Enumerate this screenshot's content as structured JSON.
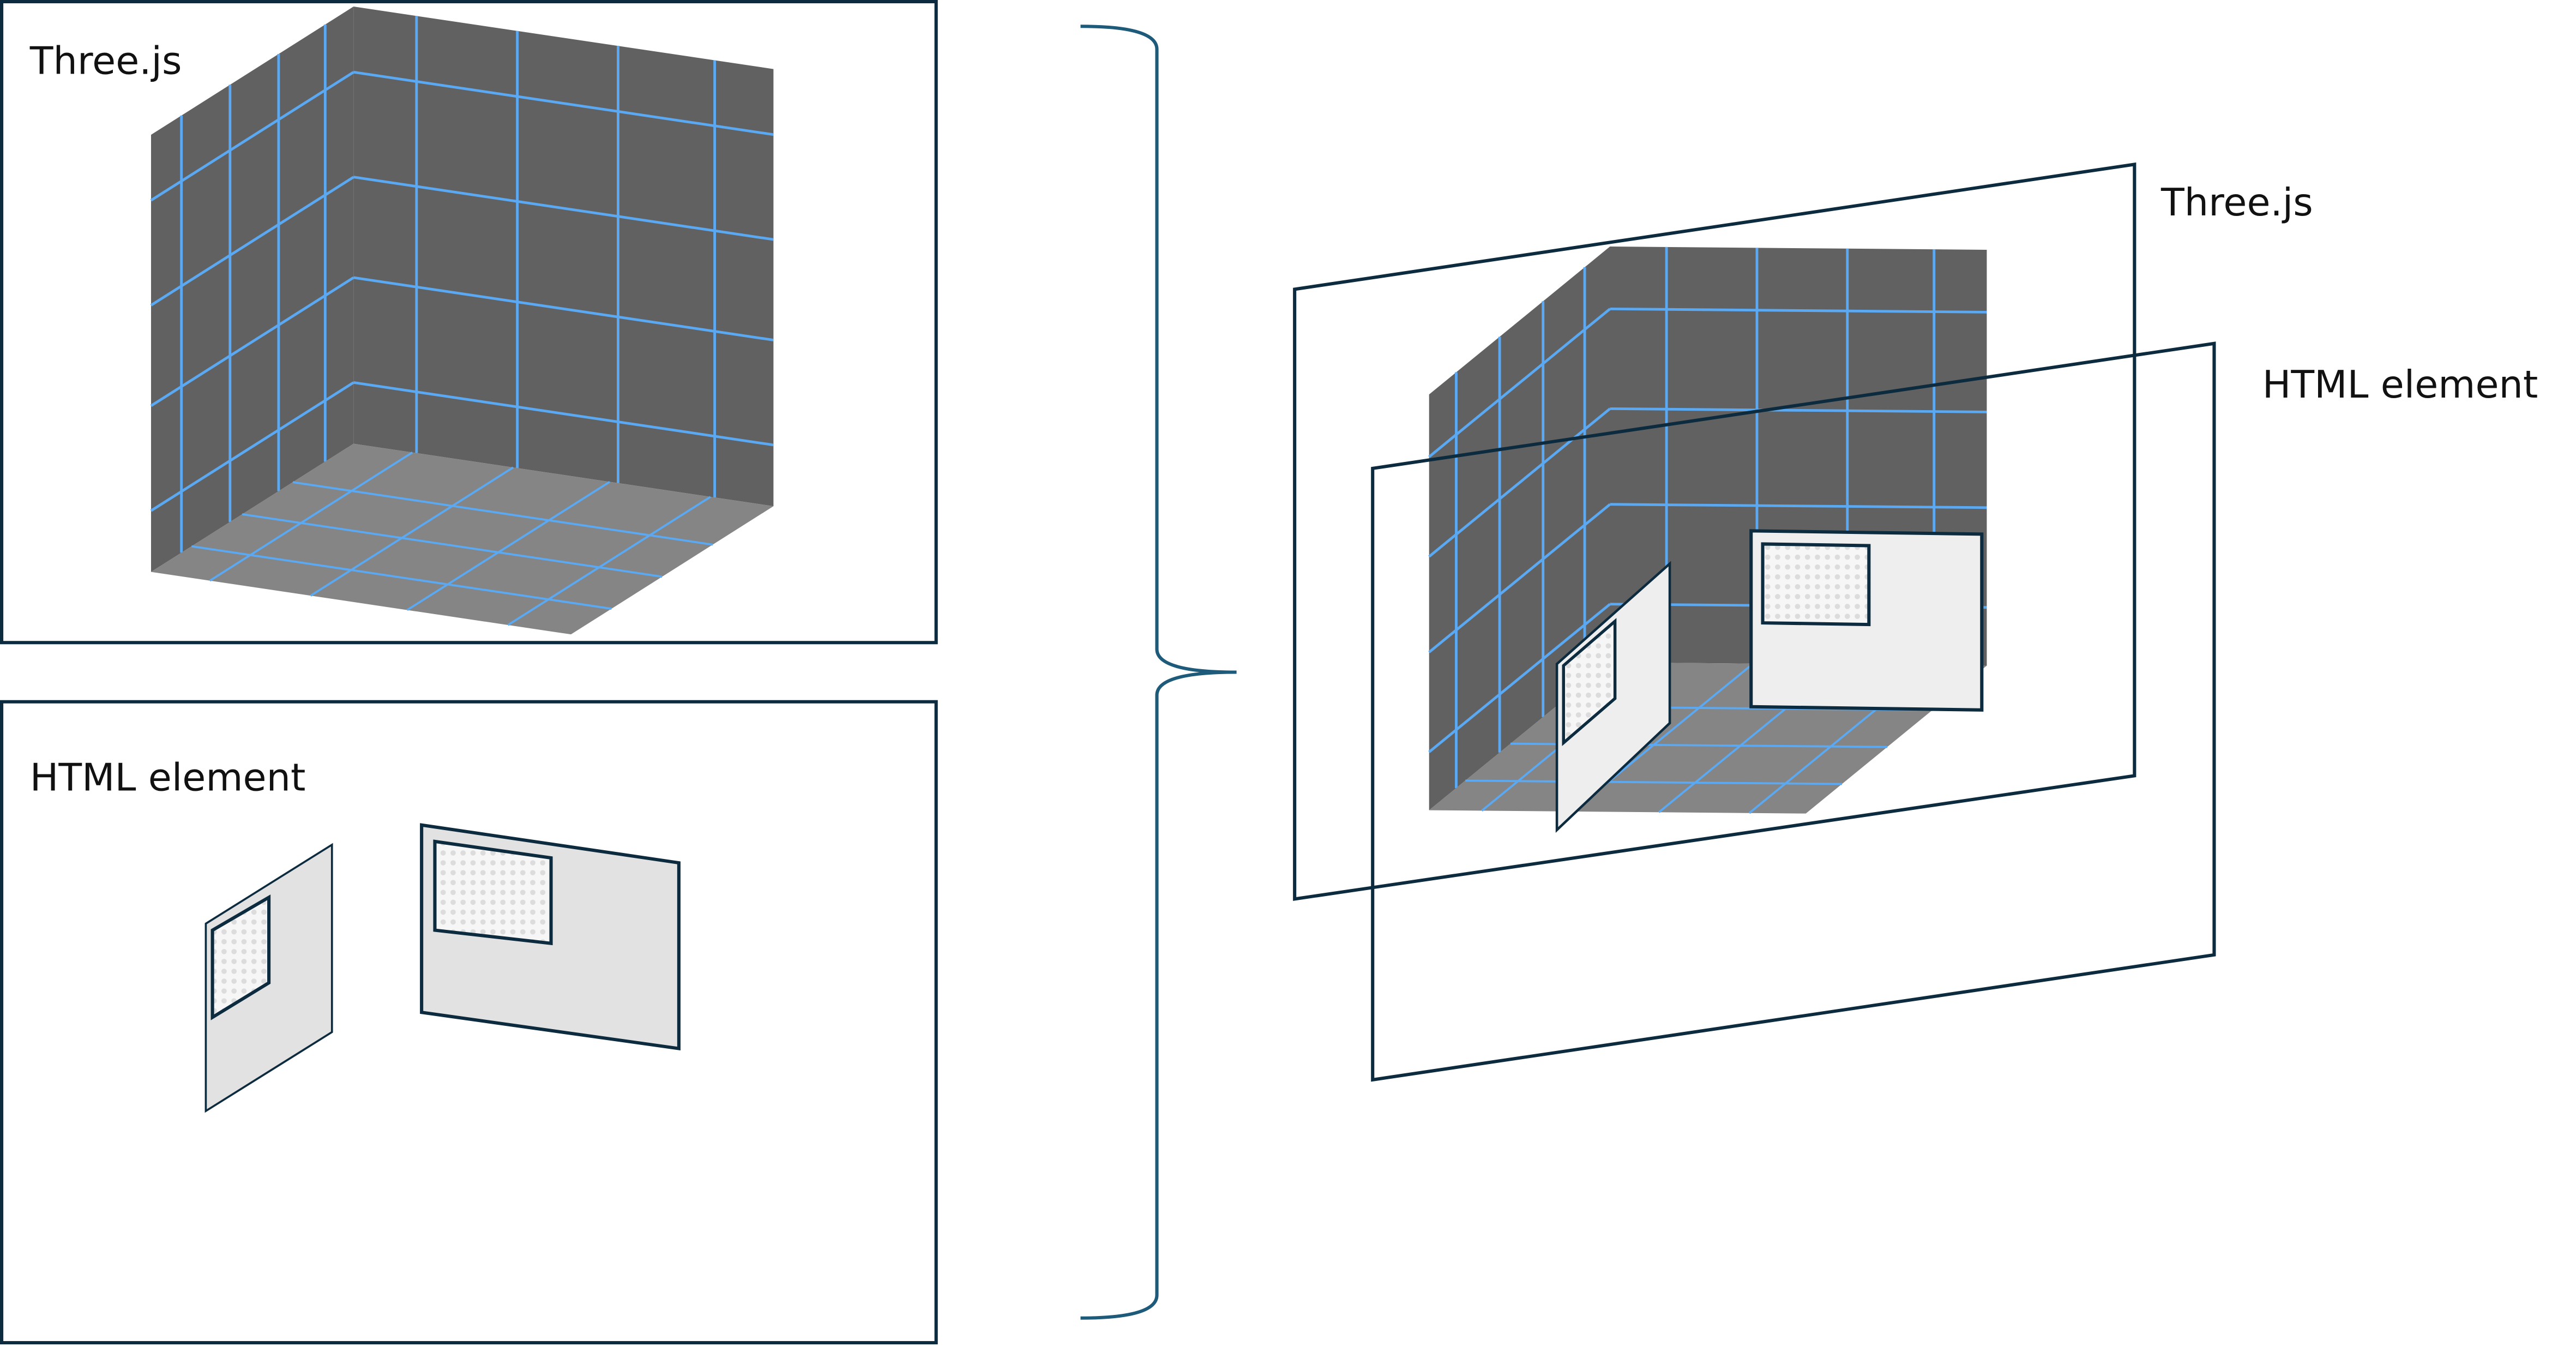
{
  "panels": {
    "top_left": {
      "label": "Three.js"
    },
    "bottom_left": {
      "label": "HTML element"
    }
  },
  "composite": {
    "threejs_layer_label": "Three.js",
    "html_layer_label": "HTML element"
  },
  "colors": {
    "outline": "#0d2b3e",
    "grid": "#5aa9f2",
    "wall": "#616161",
    "floor": "#858585",
    "html_panel": "#e4e4e4",
    "html_panel_front": "#eeeeee",
    "brace": "#1e5a7a"
  }
}
